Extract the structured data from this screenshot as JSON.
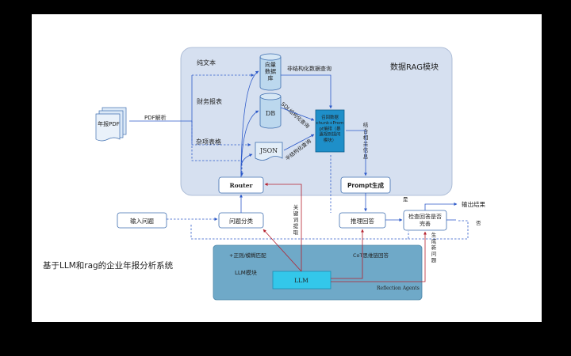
{
  "top_dots": "•••",
  "rag_module": {
    "title": "数据RAG模块",
    "text_label": "纯文本",
    "finance_label": "财务报表",
    "misc_label": "杂项表格",
    "vector_db": "向量\n数据\n库",
    "db": "DB",
    "json": "JSON",
    "unstructured_query": "非结构化数据查询",
    "sql_query": "SQL结构化查询",
    "semi_query": "半结构化查询",
    "prompt_box": "召回数据\nchunk+Prom\npt编排（暴\n露规则提问\n模块）",
    "combine_label": "结合相关信息",
    "router": "Router",
    "prompt_gen": "Prompt生成"
  },
  "pdf": {
    "doc_label": "年报PDF",
    "parse_label": "PDF解析"
  },
  "flow": {
    "input_question": "输入问题",
    "question_classify": "问题分类",
    "keyword_extract": "关键词提取",
    "reason_answer": "推理回答",
    "check_complete": "检查回答是否完善",
    "yes_label": "是",
    "no_label": "否",
    "output_result": "输出结果",
    "gen_new_question": "生成新问题"
  },
  "llm_module": {
    "title": "LLM模块",
    "regex_match": "+正则/模糊匹配",
    "cot_label": "CoT思维链回答",
    "llm": "LLM",
    "reflection": "Reflection Agents"
  },
  "system_title": "基于LLM和rag的企业年报分析系统",
  "colors": {
    "module_bg": "#d6e0f0",
    "llm_bg": "#6fa9c8",
    "llm_box": "#33c7ea",
    "prompt_box": "#1e8fc9",
    "db_fill": "#bcd8ee",
    "arrow_blue": "#2c59c9",
    "arrow_red": "#b5202e"
  }
}
